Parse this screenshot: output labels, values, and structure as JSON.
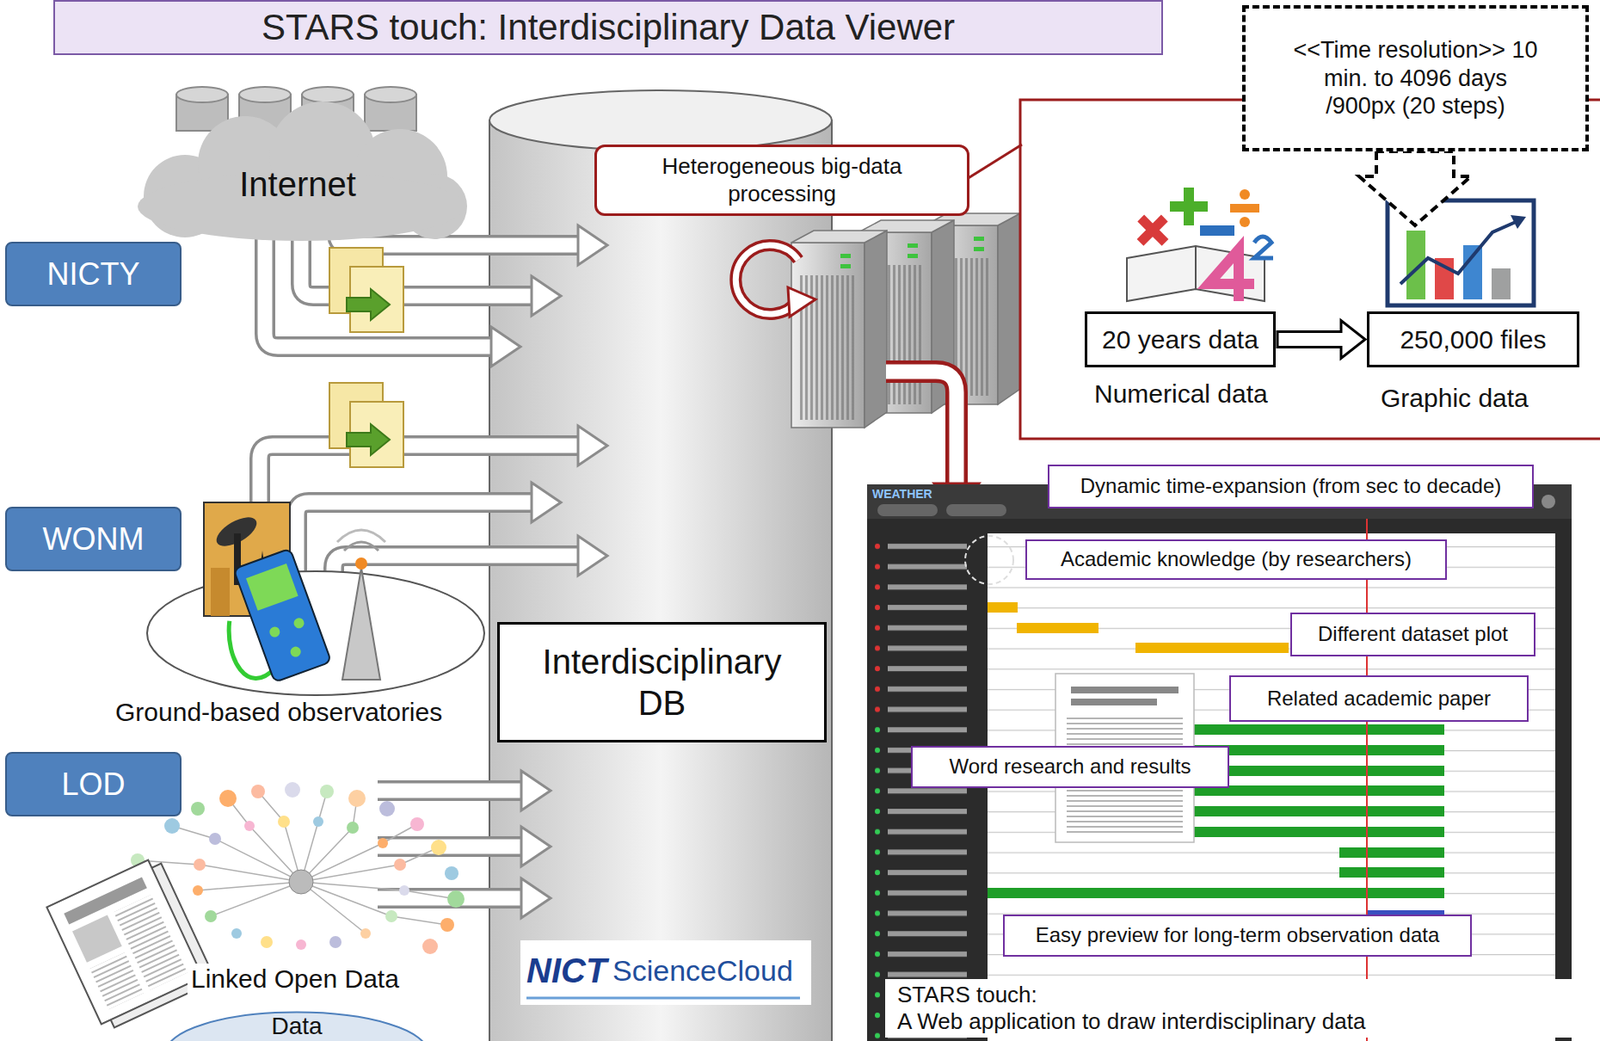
{
  "diagram": {
    "title": "STARS touch: Interdisciplinary Data Viewer",
    "nodes": [
      {
        "text": [
          "Internet"
        ]
      },
      {
        "text": [
          "NICTY"
        ]
      },
      {
        "text": [
          "WONM"
        ]
      },
      {
        "text": [
          "LOD"
        ]
      },
      {
        "text": [
          "Interdisciplinary DB"
        ]
      },
      {
        "text": [
          "Heterogeneous big-data processing"
        ]
      },
      {
        "text": [
          "<<Time resolution>> 10 min. to 4096 days /900px (20 steps)"
        ]
      },
      {
        "text": [
          "20 years data"
        ]
      },
      {
        "text": [
          "250,000 files"
        ]
      },
      {
        "text": [
          "Dynamic time-expansion (from sec to decade)"
        ]
      },
      {
        "text": [
          "Academic knowledge (by researchers)"
        ]
      },
      {
        "text": [
          "Different dataset plot"
        ]
      },
      {
        "text": [
          "Related academic paper"
        ]
      },
      {
        "text": [
          "Word research and results"
        ]
      },
      {
        "text": [
          "Easy preview for long-term observation data"
        ]
      },
      {
        "text": [
          "STARS touch:",
          "A Web application to draw interdisciplinary data"
        ]
      },
      {
        "text": [
          "Data"
        ]
      }
    ],
    "edges": [
      {
        "from": 7,
        "to": 8,
        "arrow": "to"
      }
    ],
    "labels": [
      "Ground-based observatories",
      "Linked Open Data",
      "Numerical data",
      "Graphic data",
      "NICT",
      "ScienceCloud",
      "WEATHER"
    ]
  }
}
